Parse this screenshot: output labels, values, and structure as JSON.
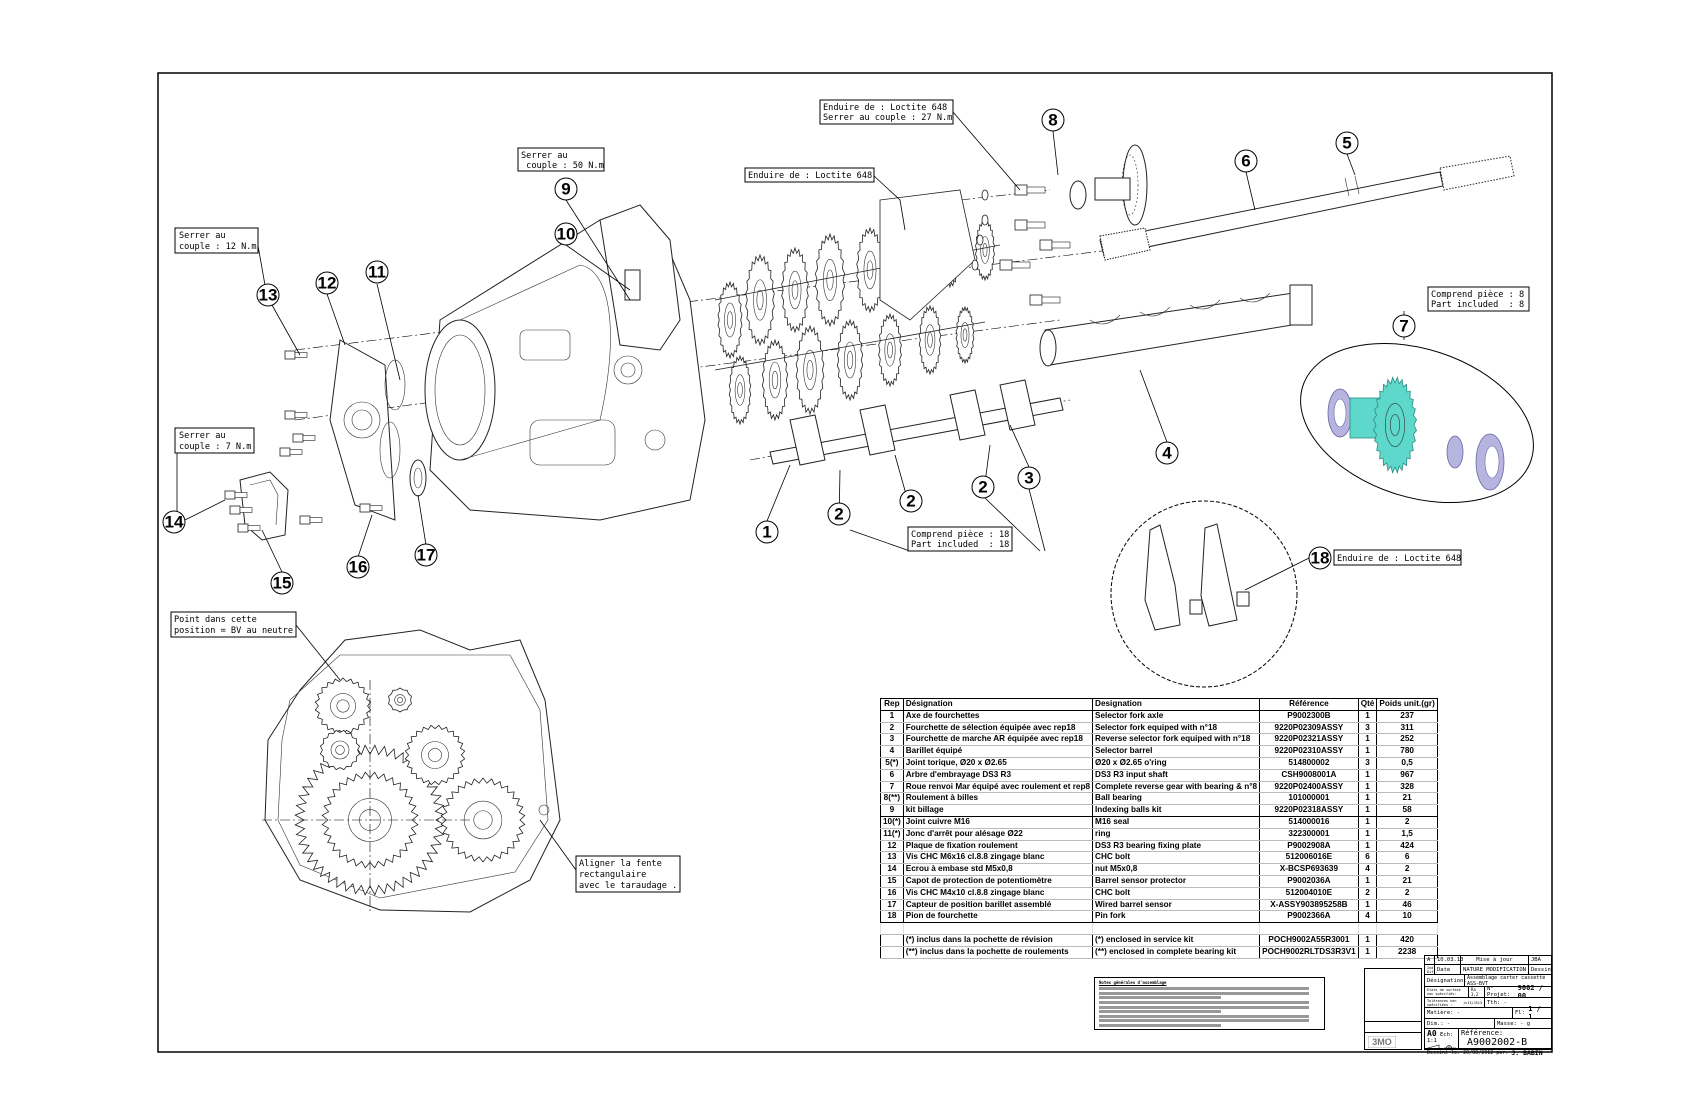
{
  "callouts": {
    "c1": "1",
    "c2": "2",
    "c3": "3",
    "c4": "4",
    "c5": "5",
    "c6": "6",
    "c7": "7",
    "c8": "8",
    "c9": "9",
    "c10": "10",
    "c11": "11",
    "c12": "12",
    "c13": "13",
    "c14": "14",
    "c15": "15",
    "c16": "16",
    "c17": "17",
    "c18": "18"
  },
  "notes_boxes": {
    "torque12": [
      "Serrer au",
      "couple : 12 N.m"
    ],
    "torque7": [
      "Serrer au",
      "couple : 7 N.m"
    ],
    "torque50": [
      "Serrer au",
      " couple : 50 N.m"
    ],
    "loctite_top": [
      "Enduire de : Loctite 648"
    ],
    "loctite_torque27": [
      "Enduire de : Loctite 648",
      "Serrer au couple : 27 N.m"
    ],
    "includes8": [
      "Comprend pièce : 8",
      "Part included  : 8"
    ],
    "includes18": [
      "Comprend pièce : 18",
      "Part included  : 18"
    ],
    "loctite18": [
      "Enduire de : Loctite 648"
    ],
    "neutral": [
      "Point dans cette",
      "position = BV au neutre"
    ],
    "align": [
      "Aligner la fente",
      "rectangulaire",
      "avec le taraudage ."
    ]
  },
  "detail_colors": {
    "gear": "#5fd8cc",
    "bearing": "#b8b4e0"
  },
  "bom": {
    "headers": [
      "Rep",
      "Désignation",
      "Designation",
      "Référence",
      "Qté",
      "Poids unit.(gr)"
    ],
    "rows": [
      [
        "1",
        "Axe de fourchettes",
        "Selector fork axle",
        "P9002300B",
        "1",
        "237"
      ],
      [
        "2",
        "Fourchette de sélection équipée avec rep18",
        "Selector fork equiped with n°18",
        "9220P02309ASSY",
        "3",
        "311"
      ],
      [
        "3",
        "Fourchette de marche AR équipée avec rep18",
        "Reverse selector fork equiped with n°18",
        "9220P02321ASSY",
        "1",
        "252"
      ],
      [
        "4",
        "Barillet équipé",
        "Selector barrel",
        "9220P02310ASSY",
        "1",
        "780"
      ],
      [
        "5(*)",
        "Joint torique, Ø20 x Ø2.65",
        "Ø20 x Ø2.65 o'ring",
        "514800002",
        "3",
        "0,5"
      ],
      [
        "6",
        "Arbre d'embrayage DS3 R3",
        "DS3 R3 input shaft",
        "CSH9008001A",
        "1",
        "967"
      ],
      [
        "7",
        "Roue renvoi Mar équipé avec roulement et rep8",
        "Complete reverse gear with bearing & n°8",
        "9220P02400ASSY",
        "1",
        "328"
      ],
      [
        "8(**)",
        "Roulement à billes",
        "Ball bearing",
        "101000001",
        "1",
        "21"
      ],
      [
        "9",
        "kit billage",
        "Indexing balls kit",
        "9220P02318ASSY",
        "1",
        "58"
      ],
      [
        "10(*)",
        "Joint cuivre M16",
        "M16 seal",
        "514000016",
        "1",
        "2"
      ],
      [
        "11(*)",
        "Jonc d'arrêt pour alésage Ø22",
        "ring",
        "322300001",
        "1",
        "1,5"
      ],
      [
        "12",
        "Plaque de fixation roulement",
        "DS3 R3 bearing fixing plate",
        "P9002908A",
        "1",
        "424"
      ],
      [
        "13",
        "Vis CHC M6x16 cl.8.8 zingage blanc",
        "CHC bolt",
        "512006016E",
        "6",
        "6"
      ],
      [
        "14",
        "Ecrou à embase std M5x0,8",
        "nut M5x0,8",
        "X-BCSP693639",
        "4",
        "2"
      ],
      [
        "15",
        "Capot de protection de potentiomètre",
        "Barrel sensor protector",
        "P9002036A",
        "1",
        "21"
      ],
      [
        "16",
        "Vis CHC M4x10 cl.8.8 zingage blanc",
        "CHC bolt",
        "512004010E",
        "2",
        "2"
      ],
      [
        "17",
        "Capteur de position barillet assemblé",
        "Wired barrel sensor",
        "X-ASSY903895258B",
        "1",
        "46"
      ],
      [
        "18",
        "Pion de fourchette",
        "Pin fork",
        "P9002366A",
        "4",
        "10"
      ]
    ],
    "kits": [
      [
        "",
        "(*) inclus dans la pochette de révision",
        "(*) enclosed in service kit",
        "POCH9002A55R3001",
        "1",
        "420"
      ],
      [
        "",
        "(**) inclus dans la pochette de roulements",
        "(**) enclosed in complete bearing kit",
        "POCH9002RLTDS3R3V1",
        "1",
        "2238"
      ]
    ]
  },
  "general_notes": {
    "title": "Notes générales d'assemblage"
  },
  "title_block": {
    "rev": "A",
    "rev_date": "10.03.13",
    "rev_nature": "Mise à jour",
    "rev_author": "JBA",
    "col_ind": "Ind. Diff.",
    "col_date": "Date",
    "col_nature": "NATURE MODIFICATION",
    "col_dessin": "Dessin",
    "designation_label": "Désignation:",
    "designation": "Assemblage carter cassette ASS-BVT",
    "surface_label": "Etats de surface non spécifiés:",
    "surface_value": "Ra 3,2",
    "project_label": "N° Projet:",
    "project": "9002 / 00",
    "tolerance_label": "Tolérances non spécifiées :",
    "tolerance_value": "js13/JS13",
    "tth_label": "Tth:",
    "tth": "-",
    "material_label": "Matière:",
    "material": "-",
    "sheet_label": "Fl:",
    "sheet": "1 / 1",
    "dim_label": "Dim.:",
    "dim": "-",
    "mass_label": "Masse:",
    "mass": "- g",
    "format": "A0",
    "scale_label": "Ech:",
    "scale": "1:1",
    "reference_label": "Référence:",
    "reference": "A9002002-B",
    "drawn_label": "Dessiné le:",
    "drawn_date": "20/08/2012",
    "drawn_by_label": "par:",
    "drawn_by": "J. BABIN",
    "logo": "3MO"
  }
}
